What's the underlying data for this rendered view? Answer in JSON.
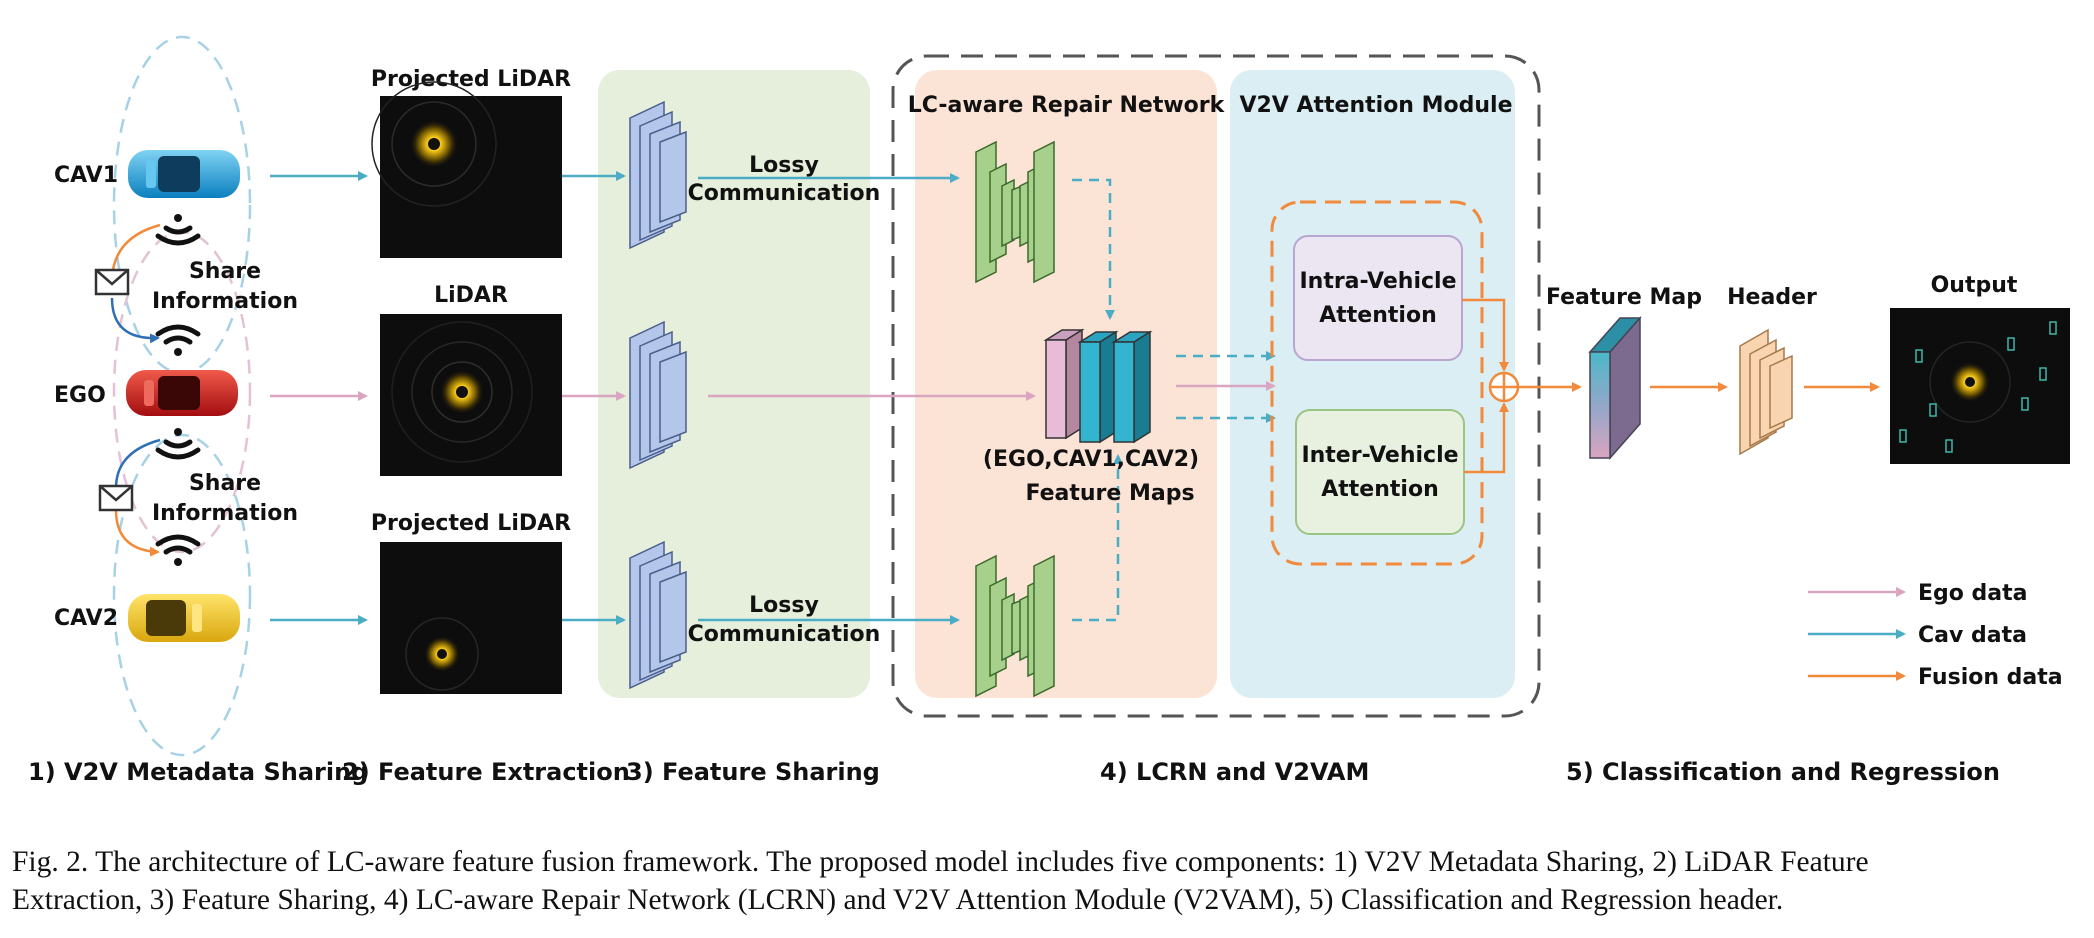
{
  "vehicles": {
    "cav1": "CAV1",
    "ego": "EGO",
    "cav2": "CAV2"
  },
  "share_top": {
    "line1": "Share",
    "line2": "Information"
  },
  "share_bottom": {
    "line1": "Share",
    "line2": "Information"
  },
  "lidar_titles": {
    "top": "Projected LiDAR",
    "middle": "LiDAR",
    "bottom": "Projected LiDAR"
  },
  "lossy_top": {
    "line1": "Lossy",
    "line2": "Communication"
  },
  "lossy_bottom": {
    "line1": "Lossy",
    "line2": "Communication"
  },
  "lcrn_title": "LC-aware Repair Network",
  "v2vam_title": "V2V Attention Module",
  "feature_maps": {
    "line1": "(EGO,CAV1,CAV2)",
    "line2": "Feature Maps"
  },
  "intra": {
    "line1": "Intra-Vehicle",
    "line2": "Attention"
  },
  "inter": {
    "line1": "Inter-Vehicle",
    "line2": "Attention"
  },
  "feature_map_title": "Feature Map",
  "header_title": "Header",
  "output_title": "Output",
  "legend": [
    {
      "label": "Ego data",
      "color": "#d9a5c0"
    },
    {
      "label": "Cav data",
      "color": "#4bacc6"
    },
    {
      "label": "Fusion data",
      "color": "#f28a3b"
    }
  ],
  "stages": {
    "s1": "1) V2V Metadata Sharing",
    "s2": "2) Feature Extraction",
    "s3": "3) Feature Sharing",
    "s4": "4) LCRN and V2VAM",
    "s5": "5) Classification and Regression"
  },
  "caption": {
    "line1": "Fig. 2.  The architecture of LC-aware feature fusion framework. The proposed model includes five components: 1) V2V Metadata Sharing, 2) LiDAR Feature",
    "line2": "Extraction, 3) Feature Sharing, 4) LC-aware Repair Network (LCRN) and V2V Attention Module (V2VAM), 5) Classification and Regression header."
  },
  "colors": {
    "ego": "#d9a5c0",
    "cav": "#4bacc6",
    "fusion": "#f28a3b",
    "sharing_bg": "#e6efdc",
    "lcrn_bg": "#fbe4d6",
    "v2vam_bg": "#dbeef4"
  }
}
